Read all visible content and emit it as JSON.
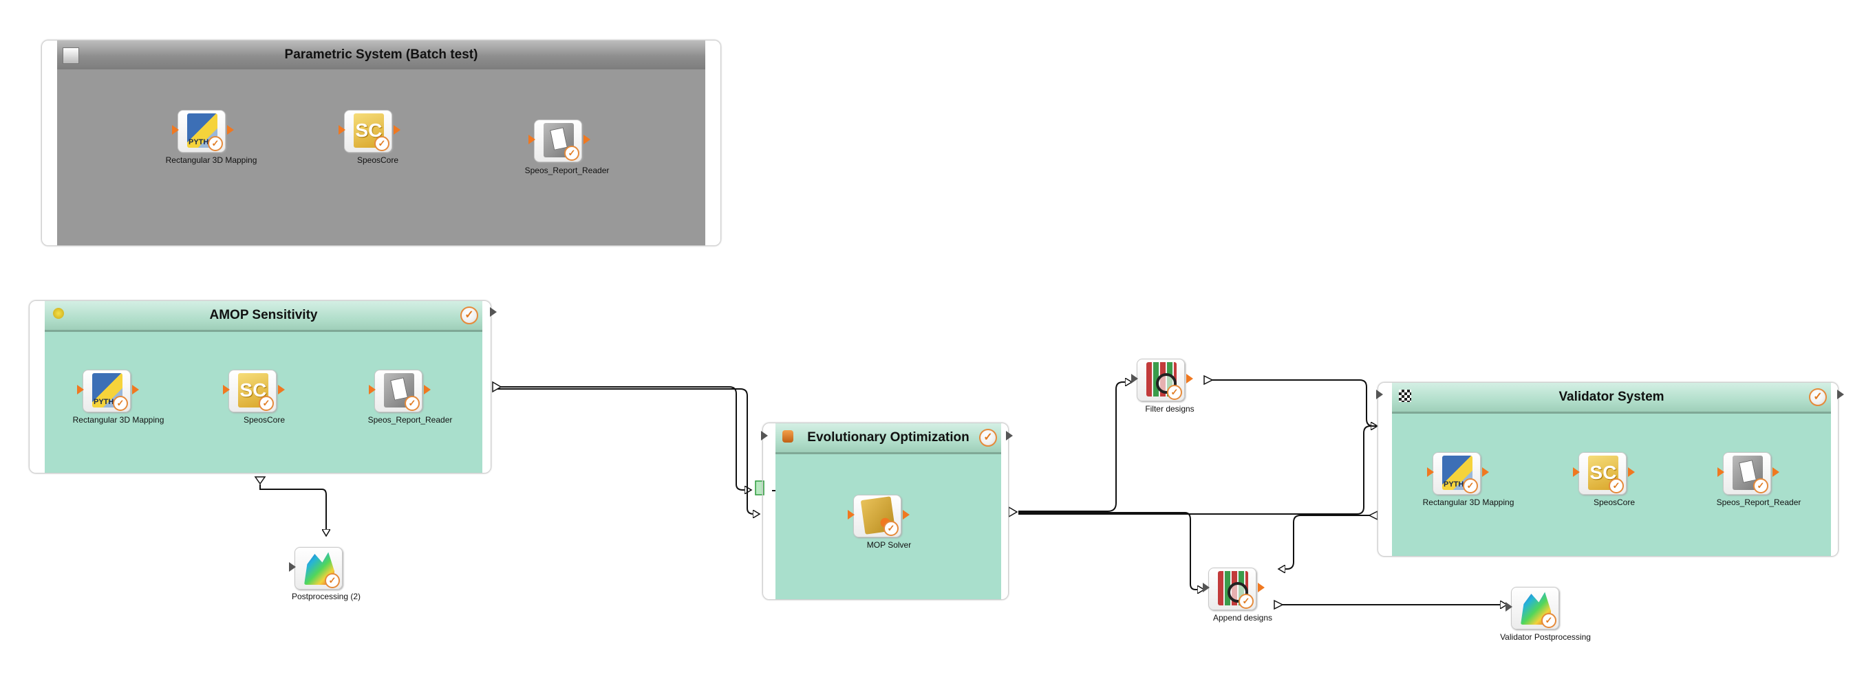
{
  "systems": {
    "parametric": {
      "title": "Parametric System (Batch test)"
    },
    "amop": {
      "title": "AMOP Sensitivity"
    },
    "evolutionary": {
      "title": "Evolutionary Optimization"
    },
    "validator": {
      "title": "Validator System"
    }
  },
  "nodes": {
    "param_mapping": {
      "label": "Rectangular 3D Mapping",
      "icon": "python-icon",
      "badge": "PYTH"
    },
    "param_speos": {
      "label": "SpeosCore",
      "icon": "speos-icon",
      "badge": "SC"
    },
    "param_report": {
      "label": "Speos_Report_Reader",
      "icon": "report-icon"
    },
    "amop_mapping": {
      "label": "Rectangular 3D Mapping",
      "icon": "python-icon",
      "badge": "PYTH"
    },
    "amop_speos": {
      "label": "SpeosCore",
      "icon": "speos-icon",
      "badge": "SC"
    },
    "amop_report": {
      "label": "Speos_Report_Reader",
      "icon": "report-icon"
    },
    "post2": {
      "label": "Postprocessing (2)",
      "icon": "surface-plot-icon"
    },
    "mop": {
      "label": "MOP Solver",
      "icon": "mop-solver-icon"
    },
    "filter": {
      "label": "Filter designs",
      "icon": "filter-icon"
    },
    "append": {
      "label": "Append designs",
      "icon": "filter-icon"
    },
    "val_mapping": {
      "label": "Rectangular 3D Mapping",
      "icon": "python-icon",
      "badge": "PYTH"
    },
    "val_speos": {
      "label": "SpeosCore",
      "icon": "speos-icon",
      "badge": "SC"
    },
    "val_report": {
      "label": "Speos_Report_Reader",
      "icon": "report-icon"
    },
    "val_post": {
      "label": "Validator Postprocessing",
      "icon": "surface-plot-icon"
    }
  },
  "colors": {
    "gray_system": "#999999",
    "teal_system": "#a9dfcc",
    "port": "#f07820",
    "check": "#e58a3a"
  }
}
